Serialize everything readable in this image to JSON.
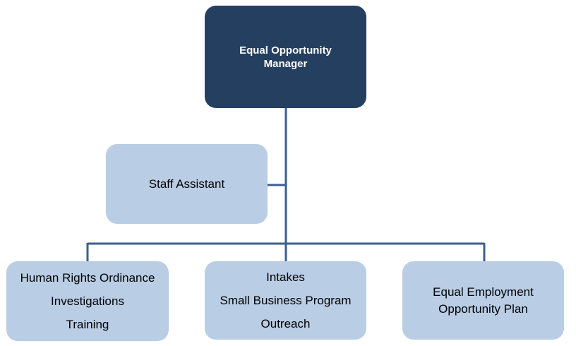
{
  "diagram": {
    "top": {
      "lines": [
        "Equal Opportunity",
        "Manager"
      ]
    },
    "assistant": {
      "label": "Staff Assistant"
    },
    "units": [
      {
        "lines": [
          "Human Rights Ordinance",
          "Investigations",
          "Training"
        ]
      },
      {
        "lines": [
          "Intakes",
          "Small Business Program",
          "Outreach"
        ]
      },
      {
        "lines": [
          "Equal Employment",
          "Opportunity Plan"
        ]
      }
    ]
  },
  "colors": {
    "top_fill": "#243f60",
    "node_fill": "#b9cde5",
    "connector": "#3b5f8d"
  }
}
